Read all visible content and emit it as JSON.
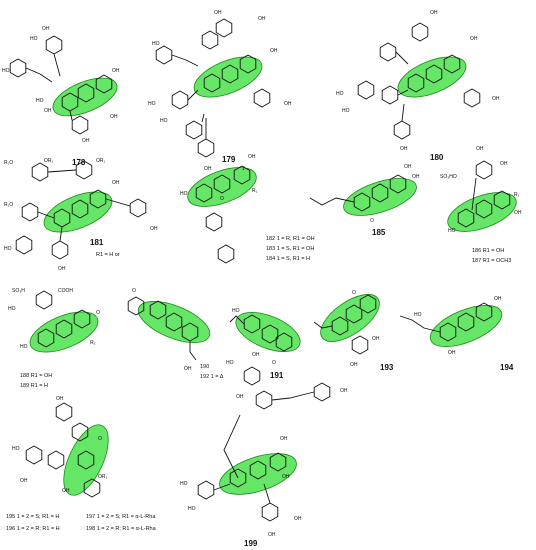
{
  "compounds": [
    {
      "id": "178",
      "label": "178",
      "notes": []
    },
    {
      "id": "179",
      "label": "179",
      "notes": []
    },
    {
      "id": "180",
      "label": "180",
      "notes": []
    },
    {
      "id": "181",
      "label": "181",
      "notes": [
        "R1 = H or"
      ]
    },
    {
      "id": "182",
      "label": "",
      "notes": [
        "182 1 = R, R1 = OH",
        "183 1 = S, R1 = OH",
        "184 1 = S, R1 = H"
      ]
    },
    {
      "id": "185",
      "label": "185",
      "notes": []
    },
    {
      "id": "186",
      "label": "",
      "notes": [
        "186 R1 = OH",
        "187 R1 = OCH3"
      ]
    },
    {
      "id": "188",
      "label": "",
      "notes": [
        "188 R1 = OH",
        "189 R1 = H"
      ]
    },
    {
      "id": "190",
      "label": "",
      "notes": [
        "190",
        "192 1 = Δ"
      ]
    },
    {
      "id": "191",
      "label": "191",
      "notes": []
    },
    {
      "id": "193",
      "label": "193",
      "notes": []
    },
    {
      "id": "194",
      "label": "194",
      "notes": []
    },
    {
      "id": "195",
      "label": "",
      "notes": [
        "195 1 = 2 = S; R1 = H",
        "196 1 = 2 = R; R1 = H",
        "197 1 = 2 = S; R1 = α-L-Rha",
        "198 1 = 2 = R; R1 = α-L-Rha"
      ]
    },
    {
      "id": "199",
      "label": "199",
      "notes": []
    }
  ],
  "colors": {
    "highlight": "#33dd33",
    "ink": "#111111"
  }
}
